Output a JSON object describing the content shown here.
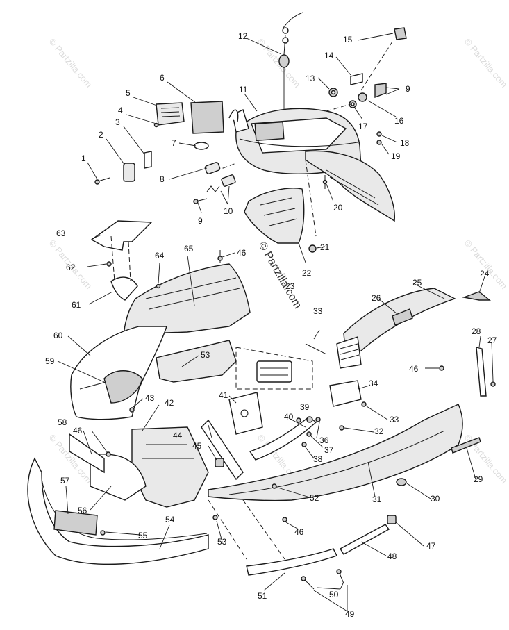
{
  "watermark": {
    "text": "© Partzilla.com",
    "center_text": "© Partzilla.com",
    "color": "#dcdcdc"
  },
  "diagram": {
    "callouts": [
      "1",
      "2",
      "3",
      "4",
      "5",
      "6",
      "7",
      "8",
      "9",
      "9",
      "10",
      "11",
      "12",
      "13",
      "14",
      "15",
      "16",
      "17",
      "18",
      "19",
      "20",
      "21",
      "22",
      "23",
      "24",
      "25",
      "26",
      "27",
      "28",
      "29",
      "30",
      "31",
      "32",
      "33",
      "33",
      "34",
      "36",
      "37",
      "38",
      "39",
      "40",
      "41",
      "42",
      "43",
      "44",
      "45",
      "46",
      "46",
      "46",
      "46",
      "47",
      "48",
      "49",
      "50",
      "51",
      "52",
      "53",
      "53",
      "54",
      "55",
      "56",
      "57",
      "58",
      "59",
      "60",
      "61",
      "62",
      "63",
      "64",
      "65"
    ]
  }
}
